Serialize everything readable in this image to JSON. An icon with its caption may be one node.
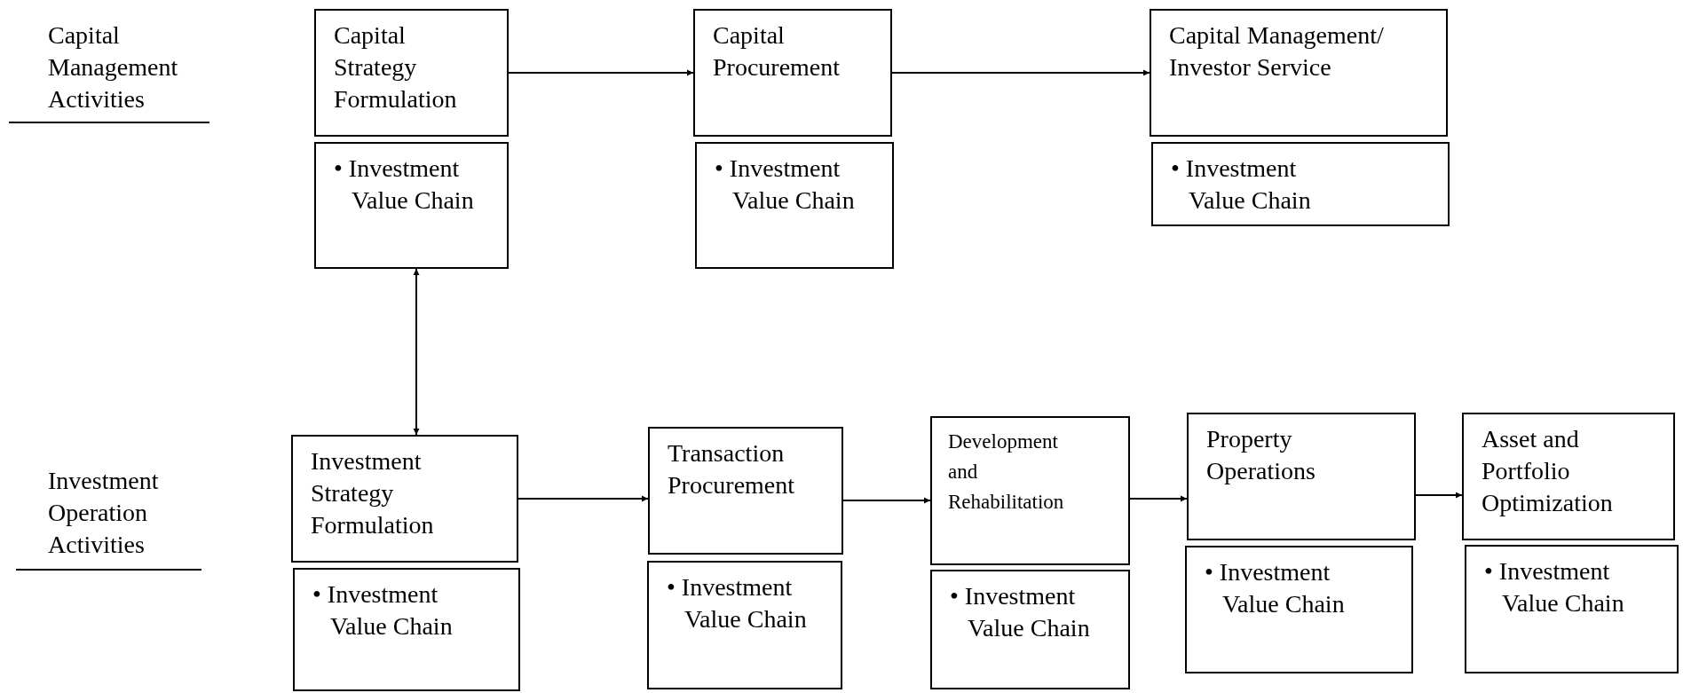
{
  "diagram": {
    "nodes": [
      {
        "text": [
          "Capital Strategy Formulation"
        ]
      },
      {
        "text": [
          "• Investment Value Chain"
        ]
      },
      {
        "text": [
          "Capital Procurement"
        ]
      },
      {
        "text": [
          "• Investment Value Chain"
        ]
      },
      {
        "text": [
          "Capital Management/ Investor Service"
        ]
      },
      {
        "text": [
          "• Investment Value Chain"
        ]
      },
      {
        "text": [
          "Investment Strategy Formulation"
        ]
      },
      {
        "text": [
          "• Investment Value Chain"
        ]
      },
      {
        "text": [
          "Transaction Procurement"
        ]
      },
      {
        "text": [
          "• Investment Value Chain"
        ]
      },
      {
        "text": [
          "Development and Rehabilitation"
        ]
      },
      {
        "text": [
          "• Investment Value Chain"
        ]
      },
      {
        "text": [
          "Property Operations"
        ]
      },
      {
        "text": [
          "• Investment Value Chain"
        ]
      },
      {
        "text": [
          "Asset and Portfolio Optimization"
        ]
      },
      {
        "text": [
          "• Investment Value Chain"
        ]
      }
    ],
    "edges": [
      {
        "from": 0,
        "to": 2,
        "arrow": "to"
      },
      {
        "from": 2,
        "to": 4,
        "arrow": "to"
      },
      {
        "from": 1,
        "to": 6,
        "arrow": "both"
      },
      {
        "from": 6,
        "to": 8,
        "arrow": "to"
      },
      {
        "from": 8,
        "to": 10,
        "arrow": "to"
      },
      {
        "from": 10,
        "to": 12,
        "arrow": "to"
      },
      {
        "from": 12,
        "to": 14,
        "arrow": "to"
      }
    ],
    "labels": [
      "Capital Management Activities",
      "Investment Operation Activities"
    ]
  }
}
